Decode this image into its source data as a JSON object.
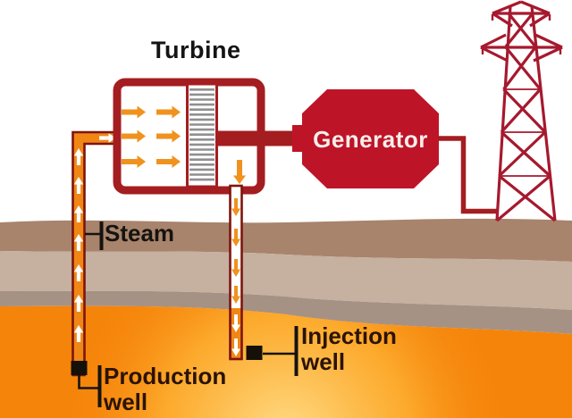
{
  "labels": {
    "turbine": "Turbine",
    "generator": "Generator",
    "steam": "Steam",
    "production_well_line1": "Production",
    "production_well_line2": "well",
    "injection_well_line1": "Injection",
    "injection_well_line2": "well"
  },
  "icons": [
    "turbine-box-icon",
    "turbine-blades-icon",
    "steam-flow-arrow-icon",
    "generator-body-icon",
    "transmission-tower-icon",
    "power-line-icon",
    "production-pipe-icon",
    "injection-pipe-icon",
    "well-cap-icon"
  ],
  "colors": {
    "structure_dark_red": "#A41D20",
    "tower_red": "#A6192E",
    "generator_red": "#BE1428",
    "pipe_fill_orange": "#F08714",
    "pipe_border": "#7E150D",
    "steam_arrow_orange": "#F0921E",
    "blade_stripe_gray": "#8F8F8F",
    "ground_layer1_brown": "#A8846C",
    "ground_layer2_tan": "#C6B0A0",
    "ground_layer3_gray": "#A69284",
    "magma_orange": "#F5840A",
    "magma_glow_yellow": "#FFE392",
    "label_dark_brown": "#2B1305",
    "label_black": "#161310"
  }
}
